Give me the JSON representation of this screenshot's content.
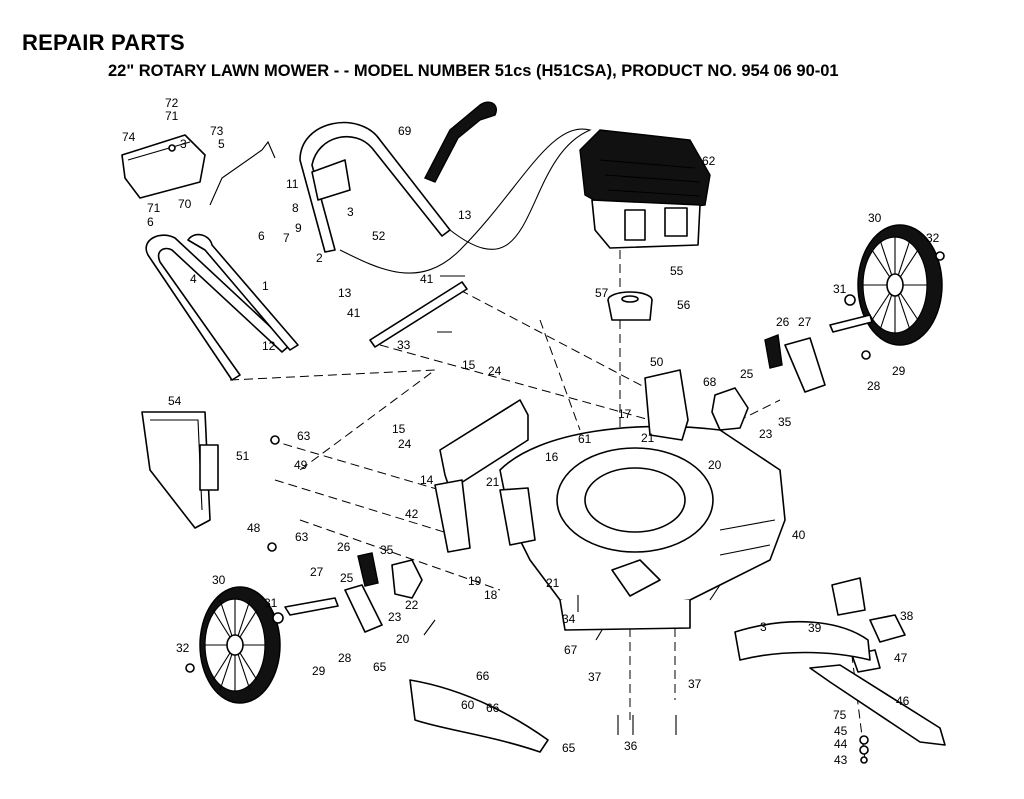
{
  "header": {
    "title": "REPAIR PARTS",
    "subtitle": "22\" ROTARY LAWN MOWER - - MODEL NUMBER 51cs (H51CSA), PRODUCT NO. 954 06 90-01"
  },
  "callouts": [
    {
      "key": "72",
      "text": "72"
    },
    {
      "key": "71a",
      "text": "71"
    },
    {
      "key": "74",
      "text": "74"
    },
    {
      "key": "73",
      "text": "73"
    },
    {
      "key": "3a",
      "text": "3"
    },
    {
      "key": "5",
      "text": "5"
    },
    {
      "key": "71b",
      "text": "71"
    },
    {
      "key": "70",
      "text": "70"
    },
    {
      "key": "6a",
      "text": "6"
    },
    {
      "key": "11",
      "text": "11"
    },
    {
      "key": "69",
      "text": "69"
    },
    {
      "key": "62",
      "text": "62"
    },
    {
      "key": "8",
      "text": "8"
    },
    {
      "key": "3b",
      "text": "3"
    },
    {
      "key": "13a",
      "text": "13"
    },
    {
      "key": "9",
      "text": "9"
    },
    {
      "key": "7",
      "text": "7"
    },
    {
      "key": "6b",
      "text": "6"
    },
    {
      "key": "52",
      "text": "52"
    },
    {
      "key": "2",
      "text": "2"
    },
    {
      "key": "13b",
      "text": "13"
    },
    {
      "key": "4",
      "text": "4"
    },
    {
      "key": "1",
      "text": "1"
    },
    {
      "key": "41a",
      "text": "41"
    },
    {
      "key": "55",
      "text": "55"
    },
    {
      "key": "57",
      "text": "57"
    },
    {
      "key": "56",
      "text": "56"
    },
    {
      "key": "30a",
      "text": "30"
    },
    {
      "key": "32a",
      "text": "32"
    },
    {
      "key": "31a",
      "text": "31"
    },
    {
      "key": "41b",
      "text": "41"
    },
    {
      "key": "33",
      "text": "33"
    },
    {
      "key": "12",
      "text": "12"
    },
    {
      "key": "26a",
      "text": "26"
    },
    {
      "key": "27a",
      "text": "27"
    },
    {
      "key": "28a",
      "text": "28"
    },
    {
      "key": "29a",
      "text": "29"
    },
    {
      "key": "25a",
      "text": "25"
    },
    {
      "key": "15a",
      "text": "15"
    },
    {
      "key": "24a",
      "text": "24"
    },
    {
      "key": "50",
      "text": "50"
    },
    {
      "key": "68",
      "text": "68"
    },
    {
      "key": "54",
      "text": "54"
    },
    {
      "key": "15b",
      "text": "15"
    },
    {
      "key": "24b",
      "text": "24"
    },
    {
      "key": "63a",
      "text": "63"
    },
    {
      "key": "61",
      "text": "61"
    },
    {
      "key": "17",
      "text": "17"
    },
    {
      "key": "21a",
      "text": "21"
    },
    {
      "key": "23a",
      "text": "23"
    },
    {
      "key": "35a",
      "text": "35"
    },
    {
      "key": "51",
      "text": "51"
    },
    {
      "key": "49",
      "text": "49"
    },
    {
      "key": "16",
      "text": "16"
    },
    {
      "key": "20a",
      "text": "20"
    },
    {
      "key": "14",
      "text": "14"
    },
    {
      "key": "21b",
      "text": "21"
    },
    {
      "key": "42",
      "text": "42"
    },
    {
      "key": "48",
      "text": "48"
    },
    {
      "key": "63b",
      "text": "63"
    },
    {
      "key": "40",
      "text": "40"
    },
    {
      "key": "26b",
      "text": "26"
    },
    {
      "key": "35b",
      "text": "35"
    },
    {
      "key": "27b",
      "text": "27"
    },
    {
      "key": "25b",
      "text": "25"
    },
    {
      "key": "19",
      "text": "19"
    },
    {
      "key": "21c",
      "text": "21"
    },
    {
      "key": "18",
      "text": "18"
    },
    {
      "key": "30b",
      "text": "30"
    },
    {
      "key": "31b",
      "text": "31"
    },
    {
      "key": "22",
      "text": "22"
    },
    {
      "key": "23b",
      "text": "23"
    },
    {
      "key": "38",
      "text": "38"
    },
    {
      "key": "34",
      "text": "34"
    },
    {
      "key": "20b",
      "text": "20"
    },
    {
      "key": "3c",
      "text": "3"
    },
    {
      "key": "39",
      "text": "39"
    },
    {
      "key": "29b",
      "text": "29"
    },
    {
      "key": "28b",
      "text": "28"
    },
    {
      "key": "67",
      "text": "67"
    },
    {
      "key": "32b",
      "text": "32"
    },
    {
      "key": "47",
      "text": "47"
    },
    {
      "key": "65a",
      "text": "65"
    },
    {
      "key": "66a",
      "text": "66"
    },
    {
      "key": "37a",
      "text": "37"
    },
    {
      "key": "37b",
      "text": "37"
    },
    {
      "key": "46",
      "text": "46"
    },
    {
      "key": "60",
      "text": "60"
    },
    {
      "key": "66b",
      "text": "66"
    },
    {
      "key": "75",
      "text": "75"
    },
    {
      "key": "45",
      "text": "45"
    },
    {
      "key": "36",
      "text": "36"
    },
    {
      "key": "65b",
      "text": "65"
    },
    {
      "key": "44",
      "text": "44"
    },
    {
      "key": "43",
      "text": "43"
    }
  ]
}
